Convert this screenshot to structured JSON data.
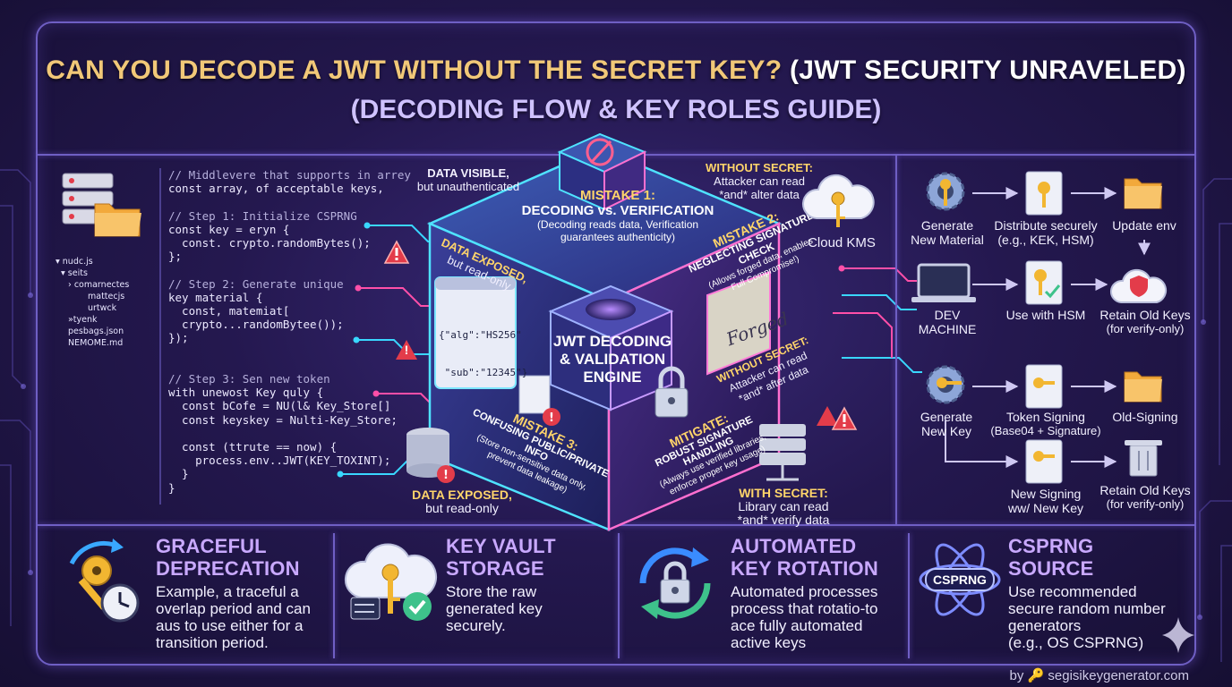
{
  "title": {
    "main": "CAN YOU DECODE A JWT WITHOUT THE SECRET KEY?",
    "highlight": "(JWT SECURITY UNRAVELED)",
    "subtitle": "(DECODING FLOW & KEY ROLES GUIDE)"
  },
  "code_lines": [
    {
      "text": "// Middlevere that supports in arrey",
      "type": "comment"
    },
    {
      "text": "const array, of acceptable keys,",
      "type": "code"
    },
    {
      "text": "",
      "type": "code"
    },
    {
      "text": "// Step 1: Initialize CSPRNG",
      "type": "comment"
    },
    {
      "text": "const key = eryn {",
      "type": "code"
    },
    {
      "text": "  const. crypto.randomBytes();",
      "type": "code"
    },
    {
      "text": "};",
      "type": "code"
    },
    {
      "text": "",
      "type": "code"
    },
    {
      "text": "// Step 2: Generate unique",
      "type": "comment"
    },
    {
      "text": "key material {",
      "type": "code"
    },
    {
      "text": "  const, matemiat[",
      "type": "code"
    },
    {
      "text": "  crypto...randomBytee());",
      "type": "code"
    },
    {
      "text": "});",
      "type": "code"
    },
    {
      "text": "",
      "type": "code"
    },
    {
      "text": "",
      "type": "code"
    },
    {
      "text": "// Step 3: Sen new token",
      "type": "comment"
    },
    {
      "text": "with unewost Key quly {",
      "type": "code"
    },
    {
      "text": "  const bCofe = NU(l& Key_Store[]",
      "type": "code"
    },
    {
      "text": "  const keyskey = Nulti-Key_Store;",
      "type": "code"
    },
    {
      "text": "",
      "type": "code"
    },
    {
      "text": "  const (ttrute == now) {",
      "type": "code"
    },
    {
      "text": "    process.env..JWT(KEY_TOXINT);",
      "type": "code"
    },
    {
      "text": "  }",
      "type": "code"
    },
    {
      "text": "}",
      "type": "code"
    }
  ],
  "file_tree": [
    "▾ nudc.js",
    "▾ seits",
    "› comarnectes",
    "mattecjs",
    "urtwck",
    "»tyenk",
    "pesbags.json",
    "NEMOME.md"
  ],
  "labels": {
    "data_visible": {
      "title": "DATA VISIBLE,",
      "sub": "but unauthenticated"
    },
    "data_exposed_top": {
      "title": "DATA EXPOSED,",
      "sub": "but read-only"
    },
    "data_exposed_bottom": {
      "title": "DATA EXPOSED,",
      "sub": "but read-only"
    },
    "without_secret_top": {
      "title": "WITHOUT SECRET:",
      "line1": "Attacker can read",
      "line2": "*and* alter data"
    },
    "without_secret_side": {
      "title": "WITHOUT SECRET:",
      "line1": "Attacker can read",
      "line2": "*and* after data"
    },
    "with_secret": {
      "title": "WITH SECRET:",
      "line1": "Library can read",
      "line2": "*and* verify data"
    },
    "cloud_kms": "Cloud KMS"
  },
  "cube": {
    "mistake1": {
      "title": "MISTAKE 1:",
      "heading": "DECODING vs. VERIFICATION",
      "line1": "(Decoding reads data, Verification",
      "line2": "guarantees authenticity)"
    },
    "mistake2": {
      "title": "MISTAKE 2:",
      "heading": "NEGLECTING SIGNATURE CHECK",
      "line1": "(Allows forged data, enables",
      "line2": "Full Compromise!)"
    },
    "mistake3": {
      "title": "MISTAKE 3:",
      "heading": "CONFUSING PUBLIC/PRIVATE INFO",
      "line1": "(Store non-sensitive data only,",
      "line2": "prevent data leakage)"
    },
    "mitigate": {
      "title": "MITIGATE:",
      "heading": "ROBUST SIGNATURE HANDLING",
      "line1": "(Always use verified libraries,",
      "line2": "enforce proper key usage)"
    },
    "engine": {
      "line1": "JWT DECODING",
      "line2": "& VALIDATION",
      "line3": "ENGINE"
    },
    "json_snippet": {
      "line1": "{\"alg\":\"HS256\"",
      "line2": " \"sub\":\"12345\"}"
    },
    "forged": "Forged"
  },
  "flows": {
    "row1": [
      {
        "line1": "Generate",
        "line2": "New Material",
        "icon": "gear-key-icon"
      },
      {
        "line1": "Distribute securely",
        "line2": "(e.g., KEK, HSM)",
        "icon": "key-document-icon"
      },
      {
        "line1": "Update env",
        "line2": "",
        "icon": "folder-icon"
      }
    ],
    "row2": [
      {
        "line1": "DEV",
        "line2": "MACHINE",
        "icon": "laptop-icon"
      },
      {
        "line1": "Use with HSM",
        "line2": "",
        "icon": "key-check-icon"
      },
      {
        "line1": "Retain Old Keys",
        "line2": "(for verify-only)",
        "icon": "cloud-shield-icon"
      }
    ],
    "row3": [
      {
        "line1": "Generate",
        "line2": "New Key",
        "icon": "gear-key-icon"
      },
      {
        "line1": "Token Signing",
        "line2": "(Base04 + Signature)",
        "icon": "key-document-icon"
      },
      {
        "line1": "Old-Signing",
        "line2": "",
        "icon": "folder-icon"
      }
    ],
    "row4": [
      {
        "line1": "New Signing",
        "line2": "ww/ New Key",
        "icon": "key-document-icon"
      },
      {
        "line1": "Retain Old Keys",
        "line2": "(for verify-only)",
        "icon": "trash-icon"
      }
    ]
  },
  "cards": [
    {
      "title1": "GRACEFUL",
      "title2": "DEPRECATION",
      "body": [
        "Example, a traceful a",
        "overlap period and can",
        "aus to use either for a",
        "transition period."
      ],
      "icon": "key-clock-icon"
    },
    {
      "title1": "KEY VAULT",
      "title2": "STORAGE",
      "body": [
        "Store the raw",
        "generated key",
        "securely."
      ],
      "icon": "cloud-key-icon"
    },
    {
      "title1": "AUTOMATED",
      "title2": "KEY ROTATION",
      "body": [
        "Automated processes",
        "process that rotatio-to",
        "ace fully automated",
        "active keys"
      ],
      "icon": "rotating-lock-icon"
    },
    {
      "title1": "CSPRNG",
      "title2": "SOURCE",
      "body": [
        "Use recommended",
        "secure random number",
        "generators",
        "(e.g., OS CSPRNG)"
      ],
      "icon": "csprng-atom-icon"
    }
  ],
  "csprng_badge": "CSPRNG",
  "footer": {
    "by": "by",
    "site": "segisikeygenerator.com"
  },
  "colors": {
    "accent": "#f1c878",
    "frame": "#6f5fc4",
    "card_title": "#c9a9ff",
    "warning": "#e33c4a",
    "cyan": "#39d7ff",
    "pink": "#ff4fa8"
  }
}
